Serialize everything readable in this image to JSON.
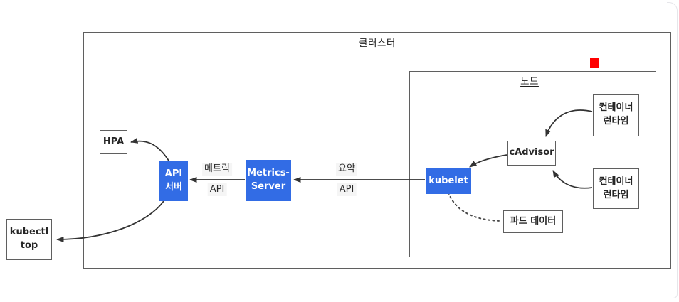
{
  "colors": {
    "accent_blue": "#326CE5",
    "box_border": "#5f5f5f",
    "arrow": "#333333",
    "edge_label_bg": "#f5f5f5",
    "marker_red": "#ff0000",
    "card_edge": "#e6e6ea"
  },
  "cluster": {
    "label": "클러스터"
  },
  "node": {
    "label": "노드"
  },
  "boxes": {
    "hpa": {
      "label": "HPA"
    },
    "api_server": {
      "line1": "API",
      "line2": "서버"
    },
    "metrics_server": {
      "line1": "Metrics-",
      "line2": "Server"
    },
    "kubelet": {
      "label": "kubelet"
    },
    "cadvisor": {
      "label": "cAdvisor"
    },
    "container_runtime_top": {
      "line1": "컨테이너",
      "line2": "런타임"
    },
    "container_runtime_bottom": {
      "line1": "컨테이너",
      "line2": "런타임"
    },
    "pod_data": {
      "label": "파드 데이터"
    },
    "kubectl_top": {
      "line1": "kubectl",
      "line2": "top"
    }
  },
  "edge_labels": {
    "metrics_api": {
      "line1": "메트릭",
      "line2": "API"
    },
    "summary_api": {
      "line1": "요약",
      "line2": "API"
    }
  }
}
